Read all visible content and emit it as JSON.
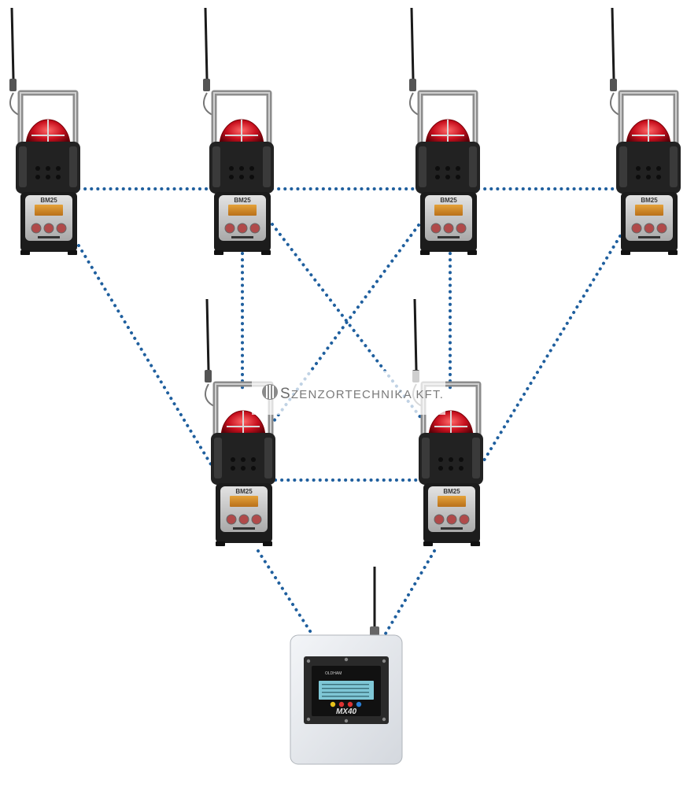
{
  "detectors": [
    {
      "id": "d1",
      "model": "BM25"
    },
    {
      "id": "d2",
      "model": "BM25"
    },
    {
      "id": "d3",
      "model": "BM25"
    },
    {
      "id": "d4",
      "model": "BM25"
    },
    {
      "id": "d5",
      "model": "BM25"
    },
    {
      "id": "d6",
      "model": "BM25"
    }
  ],
  "controller": {
    "model": "MX40",
    "brand": "OLDHAM"
  },
  "links": [
    [
      "d1",
      "d2"
    ],
    [
      "d2",
      "d3"
    ],
    [
      "d3",
      "d4"
    ],
    [
      "d1",
      "d5"
    ],
    [
      "d2",
      "d5"
    ],
    [
      "d2",
      "d6"
    ],
    [
      "d3",
      "d5"
    ],
    [
      "d3",
      "d6"
    ],
    [
      "d4",
      "d6"
    ],
    [
      "d5",
      "d6"
    ],
    [
      "d5",
      "controller"
    ],
    [
      "d6",
      "controller"
    ]
  ],
  "watermark": {
    "initial": "S",
    "text": "ZENZORTECHNIKA KFT."
  },
  "colors": {
    "link": "#1f5f9e",
    "beacon": "#c8101e",
    "body": "#222222",
    "panel": "#c9c9c9"
  }
}
